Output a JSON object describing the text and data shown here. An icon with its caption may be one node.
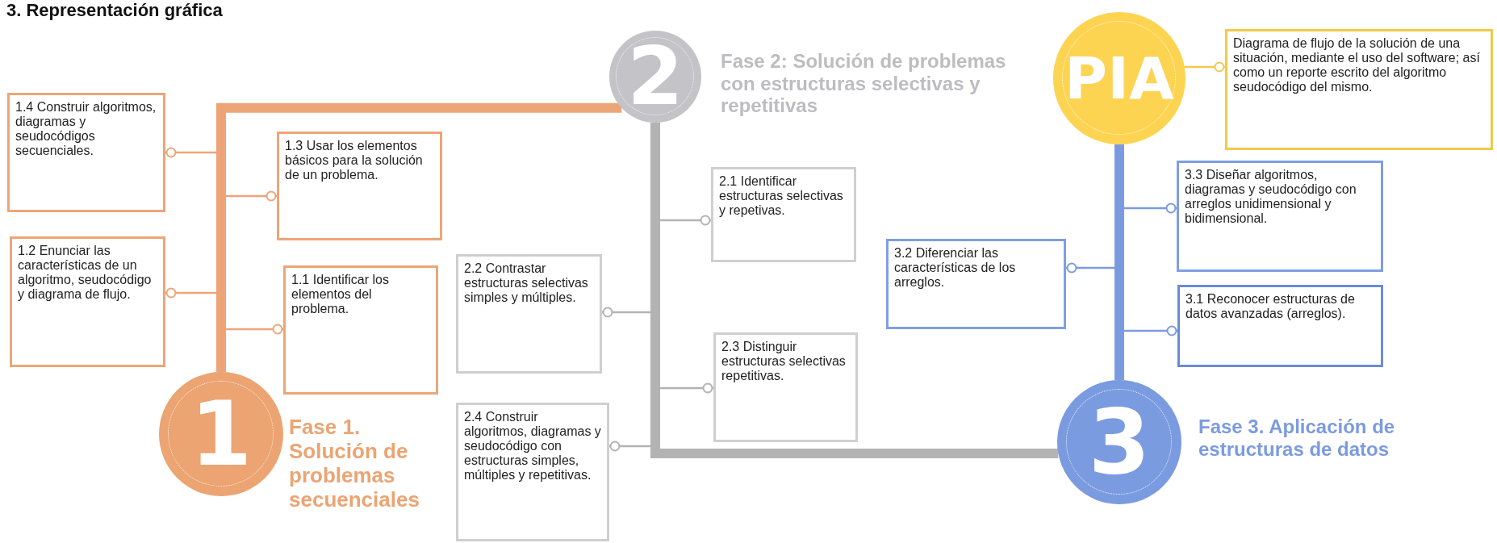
{
  "diagram": {
    "title": "3. Representación gráfica",
    "nodes": [
      {
        "text": [
          "1.4 Construir algoritmos, diagramas y seudocódigos secuenciales."
        ]
      },
      {
        "text": [
          "1.2 Enunciar las características de un algoritmo, seudocódigo y diagrama de flujo."
        ]
      },
      {
        "text": [
          "1.3 Usar los elementos básicos para la solución de un problema."
        ]
      },
      {
        "text": [
          "1.1 Identificar los elementos del problema."
        ]
      },
      {
        "text": [
          "1"
        ],
        "beside": [
          "Fase 1. Solución de problemas secuenciales"
        ]
      },
      {
        "text": [
          "2.2 Contrastar estructuras selectivas simples y múltiples."
        ]
      },
      {
        "text": [
          "2.4 Construir algoritmos, diagramas y seudocódigo con estructuras simples, múltiples y repetitivas."
        ]
      },
      {
        "text": [
          "2"
        ],
        "beside": [
          "Fase 2: Solución de problemas con estructuras selectivas y repetitivas"
        ]
      },
      {
        "text": [
          "2.1 Identificar estructuras selectivas y repetivas."
        ]
      },
      {
        "text": [
          "2.3 Distinguir estructuras selectivas repetitivas."
        ]
      },
      {
        "text": [
          "3.2 Diferenciar las características de los arreglos."
        ]
      },
      {
        "text": [
          "PIA"
        ]
      },
      {
        "text": [
          "Diagrama de flujo de la solución de una situación, mediante el uso del software; así como un reporte escrito del algoritmo seudocódigo del mismo."
        ]
      },
      {
        "text": [
          "3.3 Diseñar algoritmos, diagramas y seudocódigo con arreglos unidimensional y bidimensional."
        ]
      },
      {
        "text": [
          "3.1 Reconocer estructuras de datos avanzadas (arreglos)."
        ]
      },
      {
        "text": [
          "3"
        ],
        "beside": [
          "Fase 3. Aplicación de estructuras de datos"
        ]
      }
    ],
    "edges": [
      {
        "from": 4,
        "to": 7,
        "arrow": "none",
        "style": "thick",
        "color": "#eda577"
      },
      {
        "from": 7,
        "to": 15,
        "arrow": "none",
        "style": "thick",
        "color": "#b3b3b3"
      },
      {
        "from": 15,
        "to": 11,
        "arrow": "none",
        "style": "thick",
        "color": "#7b9be0"
      },
      {
        "from": 4,
        "to": 0,
        "arrow": "other",
        "color": "#eda577"
      },
      {
        "from": 4,
        "to": 1,
        "arrow": "other",
        "color": "#eda577"
      },
      {
        "from": 4,
        "to": 2,
        "arrow": "other",
        "color": "#eda577"
      },
      {
        "from": 4,
        "to": 3,
        "arrow": "other",
        "color": "#eda577"
      },
      {
        "from": 7,
        "to": 5,
        "arrow": "other",
        "color": "#b3b3b3"
      },
      {
        "from": 7,
        "to": 6,
        "arrow": "other",
        "color": "#b3b3b3"
      },
      {
        "from": 7,
        "to": 8,
        "arrow": "other",
        "color": "#b3b3b3"
      },
      {
        "from": 7,
        "to": 9,
        "arrow": "other",
        "color": "#b3b3b3"
      },
      {
        "from": 15,
        "to": 10,
        "arrow": "other",
        "color": "#7b9be0"
      },
      {
        "from": 15,
        "to": 13,
        "arrow": "other",
        "color": "#7b9be0"
      },
      {
        "from": 15,
        "to": 14,
        "arrow": "other",
        "color": "#7b9be0"
      },
      {
        "from": 11,
        "to": 12,
        "arrow": "other",
        "color": "#f2c94c"
      }
    ]
  }
}
